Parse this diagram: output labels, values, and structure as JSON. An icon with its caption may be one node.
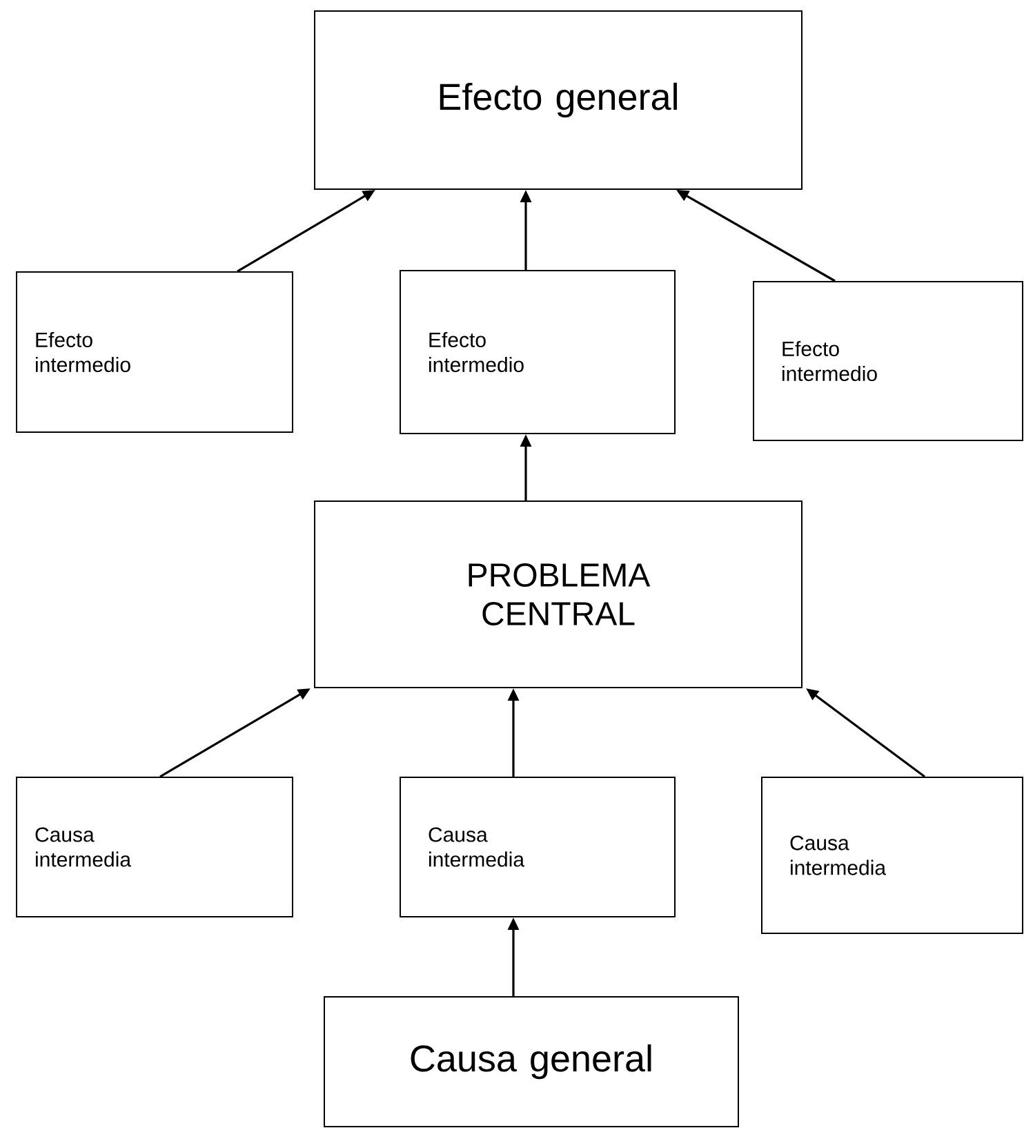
{
  "diagram": {
    "nodes": [
      {
        "text": [
          "Efecto general"
        ]
      },
      {
        "text": [
          "Efecto intermedio"
        ]
      },
      {
        "text": [
          "Efecto intermedio"
        ]
      },
      {
        "text": [
          "Efecto intermedio"
        ]
      },
      {
        "text": [
          "PROBLEMA CENTRAL"
        ]
      },
      {
        "text": [
          "Causa intermedia"
        ]
      },
      {
        "text": [
          "Causa intermedia"
        ]
      },
      {
        "text": [
          "Causa intermedia"
        ]
      },
      {
        "text": [
          "Causa general"
        ]
      }
    ],
    "edges": [
      {
        "from": 1,
        "to": 0,
        "arrow": "to"
      },
      {
        "from": 2,
        "to": 0,
        "arrow": "to"
      },
      {
        "from": 3,
        "to": 0,
        "arrow": "to"
      },
      {
        "from": 4,
        "to": 2,
        "arrow": "to"
      },
      {
        "from": 5,
        "to": 4,
        "arrow": "to"
      },
      {
        "from": 6,
        "to": 4,
        "arrow": "to"
      },
      {
        "from": 7,
        "to": 4,
        "arrow": "to"
      },
      {
        "from": 8,
        "to": 6,
        "arrow": "to"
      }
    ]
  }
}
